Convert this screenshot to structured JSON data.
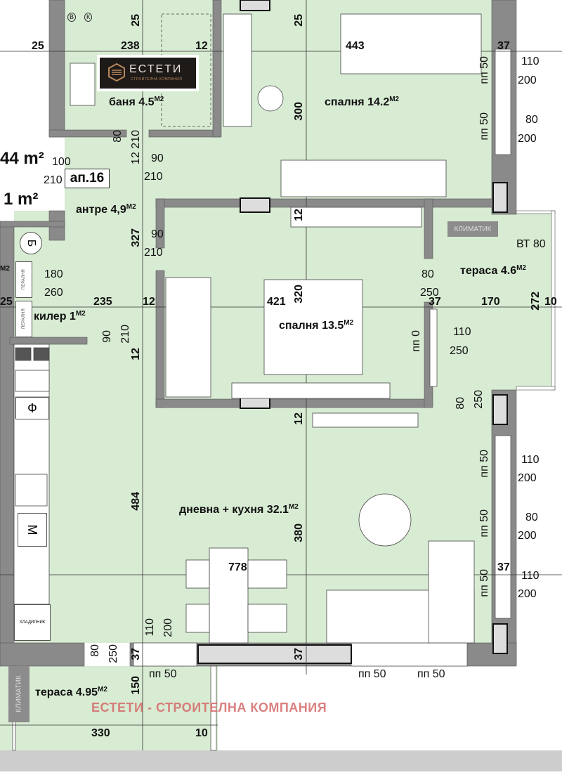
{
  "logo": {
    "name": "ЕСТЕТИ",
    "subtitle": "СТРОИТЕЛНА КОМПАНИЯ"
  },
  "apartment": {
    "label": "ап.16",
    "area_total": "44 m²",
    "area_partial": "1 m²"
  },
  "rooms": {
    "bath": {
      "name": "баня 4.5",
      "unit": "M2"
    },
    "bedroom1": {
      "name": "спалня 14.2",
      "unit": "M2"
    },
    "hall": {
      "name": "антре 4,9",
      "unit": "M2"
    },
    "closet": {
      "name": "килер 1",
      "unit": "M2"
    },
    "bedroom2": {
      "name": "спалня 13.5",
      "unit": "M2"
    },
    "terrace1": {
      "name": "тераса 4.6",
      "unit": "M2"
    },
    "living": {
      "name": "дневна + кухня 32.1",
      "unit": "M2"
    },
    "terrace2": {
      "name": "тераса 4.95",
      "unit": "M2"
    }
  },
  "appliances": {
    "ac": "КЛИМАТИК",
    "ac2": "КЛИМАТИК",
    "fridge": "ХЛАДИЛНИК",
    "boiler": "Б",
    "washer": "ПЕРАЛНЯ",
    "washer2": "ПЕРАЛНЯ",
    "hob": "Ф",
    "dishwasher": "M",
    "bt": "ВТ 80",
    "bath_v": "В",
    "bath_k": "К",
    "m2_left": "M2"
  },
  "watermark": "ЕСТЕТИ - СТРОИТЕЛНА КОМПАНИЯ",
  "dims": {
    "d25a": "25",
    "d238": "238",
    "d12a": "12",
    "d443": "443",
    "d37a": "37",
    "d25v1": "25",
    "d25v2": "25",
    "d300": "300",
    "pp50a": "пп 50",
    "w110a": "110",
    "h200a": "200",
    "pp50b": "пп 50",
    "w80b": "80",
    "h200b": "200",
    "d100": "100",
    "d210a": "210",
    "d80a": "80",
    "d12210": "12 210",
    "w90a": "90",
    "h210a": "210",
    "d12b": "12",
    "d327": "327",
    "w90b": "90",
    "h210b": "210",
    "w180": "180",
    "h260": "260",
    "w80c": "80",
    "h250c": "250",
    "d25b": "25",
    "d235": "235",
    "d12c": "12",
    "d421": "421",
    "d320": "320",
    "d37b": "37",
    "d170": "170",
    "d272": "272",
    "d10a": "10",
    "w90d": "90",
    "h210d": "210",
    "d12d": "12",
    "pp0": "пп 0",
    "w110e": "110",
    "h250e": "250",
    "w80f": "80",
    "h250f": "250",
    "d12e": "12",
    "pp50g": "пп 50",
    "w110g": "110",
    "h200g": "200",
    "d484": "484",
    "d380": "380",
    "pp50h": "пп 50",
    "w80h": "80",
    "h200h": "200",
    "d778": "778",
    "d37c": "37",
    "pp50i": "пп 50",
    "w110i": "110",
    "h200i": "200",
    "w110j": "110",
    "h200j": "200",
    "w80k": "80",
    "h250k": "250",
    "d37d": "37",
    "d37e": "37",
    "pp50l": "пп 50",
    "pp50m": "пп 50",
    "pp50n": "пп 50",
    "d150": "150",
    "d330": "330",
    "d10b": "10"
  },
  "colors": {
    "floor": "#d8ebd3",
    "wall": "#8a8a8a",
    "watermark": "#d46a6a"
  }
}
